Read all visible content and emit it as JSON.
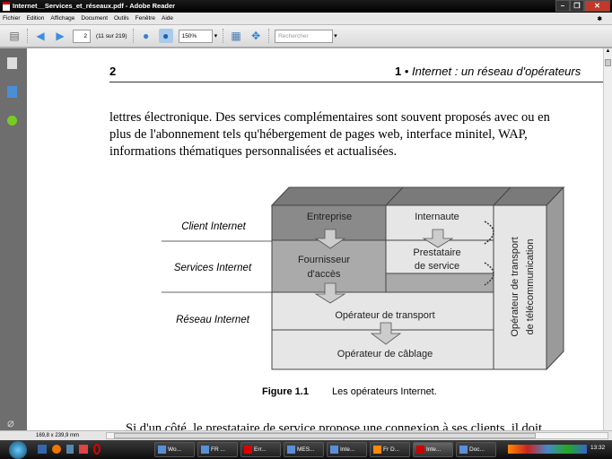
{
  "window": {
    "title": "Internet__Services_et_réseaux.pdf - Adobe Reader",
    "min": "–",
    "max": "❐",
    "close": "✕"
  },
  "menu": [
    "Fichier",
    "Edition",
    "Affichage",
    "Document",
    "Outils",
    "Fenêtre",
    "Aide"
  ],
  "toolbar": {
    "page": "2",
    "page_count": "(11 sur 219)",
    "zoom": "150%",
    "search_placeholder": "Rechercher"
  },
  "document": {
    "page_number": "2",
    "running_head_num": "1",
    "running_head_title": "Internet : un réseau d'opérateurs",
    "paragraph": [
      "lettres électronique. Des services complémentaires sont souvent proposés avec ou en",
      "plus de l'abonnement tels qu'hébergement de pages web, interface minitel, WAP,",
      "informations thématiques personnalisées et actualisées."
    ],
    "figure": {
      "row_labels": [
        "Client Internet",
        "Services Internet",
        "Réseau Internet"
      ],
      "boxes": {
        "entreprise": "Entreprise",
        "internaute": "Internaute",
        "fournisseur": [
          "Fournisseur",
          "d'accès"
        ],
        "prestataire": [
          "Prestataire",
          "de service"
        ],
        "transport": "Opérateur de transport",
        "cablage": "Opérateur de câblage",
        "telecom": [
          "Opérateur de transport",
          "de télécommunication"
        ]
      },
      "caption_label": "Figure 1.1",
      "caption_text": "Les opérateurs Internet."
    },
    "last_line": "Si d'un côté, le prestataire de service propose une connexion à ses clients, il doit"
  },
  "statusbar": {
    "page_size": "169,8 x 239,9 mm"
  },
  "taskbar": {
    "items": [
      "Wo...",
      "FR ...",
      "Err...",
      "MES...",
      "Inte...",
      "Fr D...",
      "Inte...",
      "Doc..."
    ],
    "clock": "13:32"
  }
}
